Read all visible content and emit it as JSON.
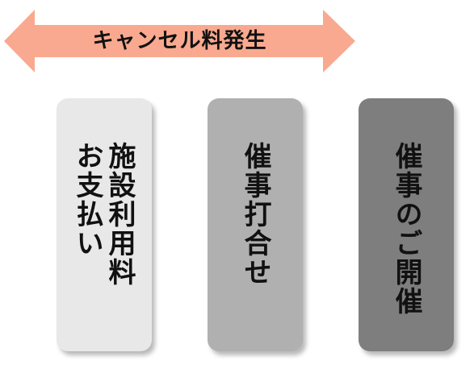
{
  "arrow": {
    "label": "キャンセル料発生",
    "color": "#f9a98f"
  },
  "cards": [
    {
      "text": "施設利用料\nお支払い",
      "color": "#e8e8e8"
    },
    {
      "text": "催事打合せ",
      "color": "#b0b0b0"
    },
    {
      "text": "催事のご開催",
      "color": "#7e7e7e"
    }
  ]
}
